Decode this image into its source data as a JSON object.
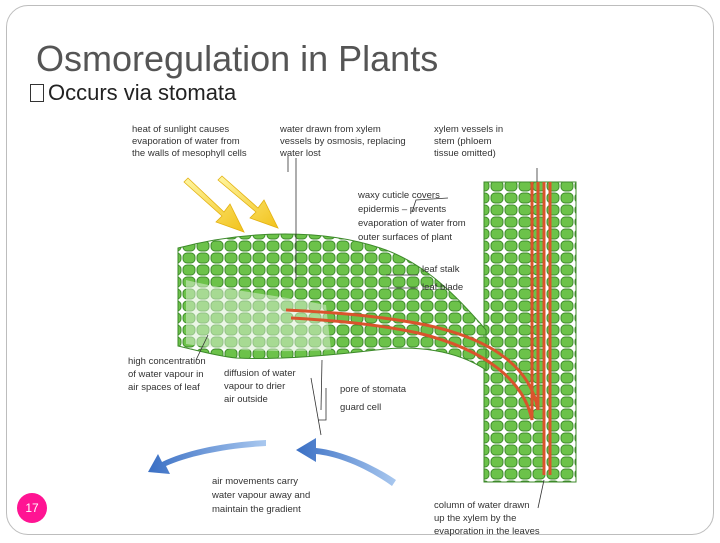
{
  "slide": {
    "title": "Osmoregulation in Plants",
    "bullet": "Occurs via stomata",
    "number": "17"
  },
  "figure_labels": {
    "heat": [
      "heat of sunlight causes",
      "evaporation of water from",
      "the walls of mesophyll cells"
    ],
    "drawn": [
      "water drawn from xylem",
      "vessels by osmosis, replacing",
      "water lost"
    ],
    "xylem_stem": [
      "xylem vessels in",
      "stem (phloem",
      "tissue omitted)"
    ],
    "cuticle": [
      "waxy cuticle covers",
      "epidermis – prevents",
      "evaporation of water from",
      "outer surfaces of plant"
    ],
    "leaf_stalk": "leaf stalk",
    "leaf_blade": "leaf blade",
    "high_conc": [
      "high concentration",
      "of water vapour in",
      "air spaces of leaf"
    ],
    "diffusion": [
      "diffusion of water",
      "vapour to drier",
      "air outside"
    ],
    "pore": "pore of stomata",
    "guard": "guard cell",
    "air_move": [
      "air movements carry",
      "water vapour away and",
      "maintain the gradient"
    ],
    "column": [
      "column of water drawn",
      "up the xylem by the",
      "evaporation in the leaves"
    ]
  }
}
